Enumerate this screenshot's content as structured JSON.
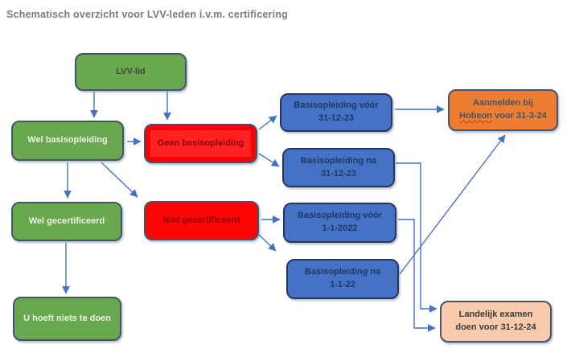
{
  "title": "Schematisch overzicht voor LVV-leden i.v.m. certificering",
  "nodes": {
    "lvv_lid": {
      "label": "LVV-lid"
    },
    "wel_basisopleiding": {
      "label": "Wel basisopleiding"
    },
    "geen_basisopleiding": {
      "label": "Geen basisopleiding"
    },
    "wel_gecertificeerd": {
      "label": "Wel gecertificeerd"
    },
    "niet_gecertificeerd": {
      "label": "Niet gecertificeerd"
    },
    "u_hoeft_niets_te_doen": {
      "label": "U hoeft niets te doen"
    },
    "basisopleiding_voor_31_12_23": {
      "lines": [
        "Basisopleiding vóór",
        "31-12-23"
      ]
    },
    "basisopleiding_na_31_12_23": {
      "lines": [
        "Basisopleiding na",
        "31-12-23"
      ]
    },
    "basisopleiding_voor_1_1_2022": {
      "lines": [
        "Basisopleiding vóór",
        "1-1-2022"
      ]
    },
    "basisopleiding_na_1_1_22": {
      "lines": [
        "Basisopleiding na",
        "1-1-22"
      ]
    },
    "aanmelden_hobeon": {
      "line1": "Aanmelden bij",
      "line2_word": "Hobeon",
      "line2_rest": " voor 31-3-24"
    },
    "landelijk_examen": {
      "lines": [
        "Landelijk examen",
        "doen voor 31-12-24"
      ]
    }
  },
  "colors": {
    "green": "#6aa84f",
    "red": "#fb0505",
    "blue": "#4472c4",
    "orange": "#ed7d31",
    "peach": "#f8cbad",
    "arrow": "#4472c4",
    "box_border": "#44546a",
    "title_text": "#7b7b7b",
    "spellcheck_squiggle": "#e03030"
  }
}
